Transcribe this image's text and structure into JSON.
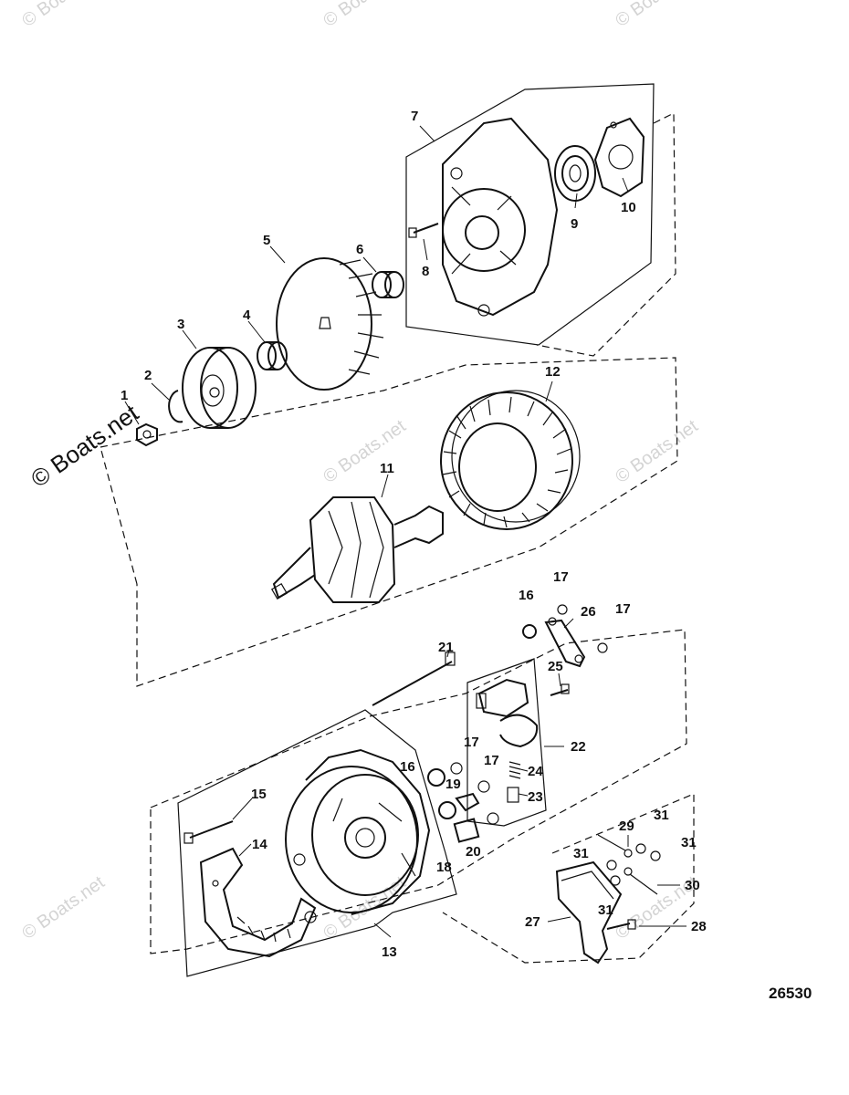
{
  "watermark": {
    "text": "© Boats.net"
  },
  "diagram_ref": "26530",
  "parts": [
    {
      "id": "p1",
      "label": "1"
    },
    {
      "id": "p2",
      "label": "2"
    },
    {
      "id": "p3",
      "label": "3"
    },
    {
      "id": "p4",
      "label": "4"
    },
    {
      "id": "p5",
      "label": "5"
    },
    {
      "id": "p6",
      "label": "6"
    },
    {
      "id": "p7",
      "label": "7"
    },
    {
      "id": "p8",
      "label": "8"
    },
    {
      "id": "p9",
      "label": "9"
    },
    {
      "id": "p10",
      "label": "10"
    },
    {
      "id": "p11",
      "label": "11"
    },
    {
      "id": "p12",
      "label": "12"
    },
    {
      "id": "p13",
      "label": "13"
    },
    {
      "id": "p14",
      "label": "14"
    },
    {
      "id": "p15",
      "label": "15"
    },
    {
      "id": "p16a",
      "label": "16"
    },
    {
      "id": "p16b",
      "label": "16"
    },
    {
      "id": "p17a",
      "label": "17"
    },
    {
      "id": "p17b",
      "label": "17"
    },
    {
      "id": "p17c",
      "label": "17"
    },
    {
      "id": "p17d",
      "label": "17"
    },
    {
      "id": "p18",
      "label": "18"
    },
    {
      "id": "p19",
      "label": "19"
    },
    {
      "id": "p20",
      "label": "20"
    },
    {
      "id": "p21",
      "label": "21"
    },
    {
      "id": "p22",
      "label": "22"
    },
    {
      "id": "p23",
      "label": "23"
    },
    {
      "id": "p24",
      "label": "24"
    },
    {
      "id": "p25",
      "label": "25"
    },
    {
      "id": "p26",
      "label": "26"
    },
    {
      "id": "p27",
      "label": "27"
    },
    {
      "id": "p28",
      "label": "28"
    },
    {
      "id": "p29",
      "label": "29"
    },
    {
      "id": "p30",
      "label": "30"
    },
    {
      "id": "p31a",
      "label": "31"
    },
    {
      "id": "p31b",
      "label": "31"
    },
    {
      "id": "p31c",
      "label": "31"
    },
    {
      "id": "p31d",
      "label": "31"
    }
  ]
}
